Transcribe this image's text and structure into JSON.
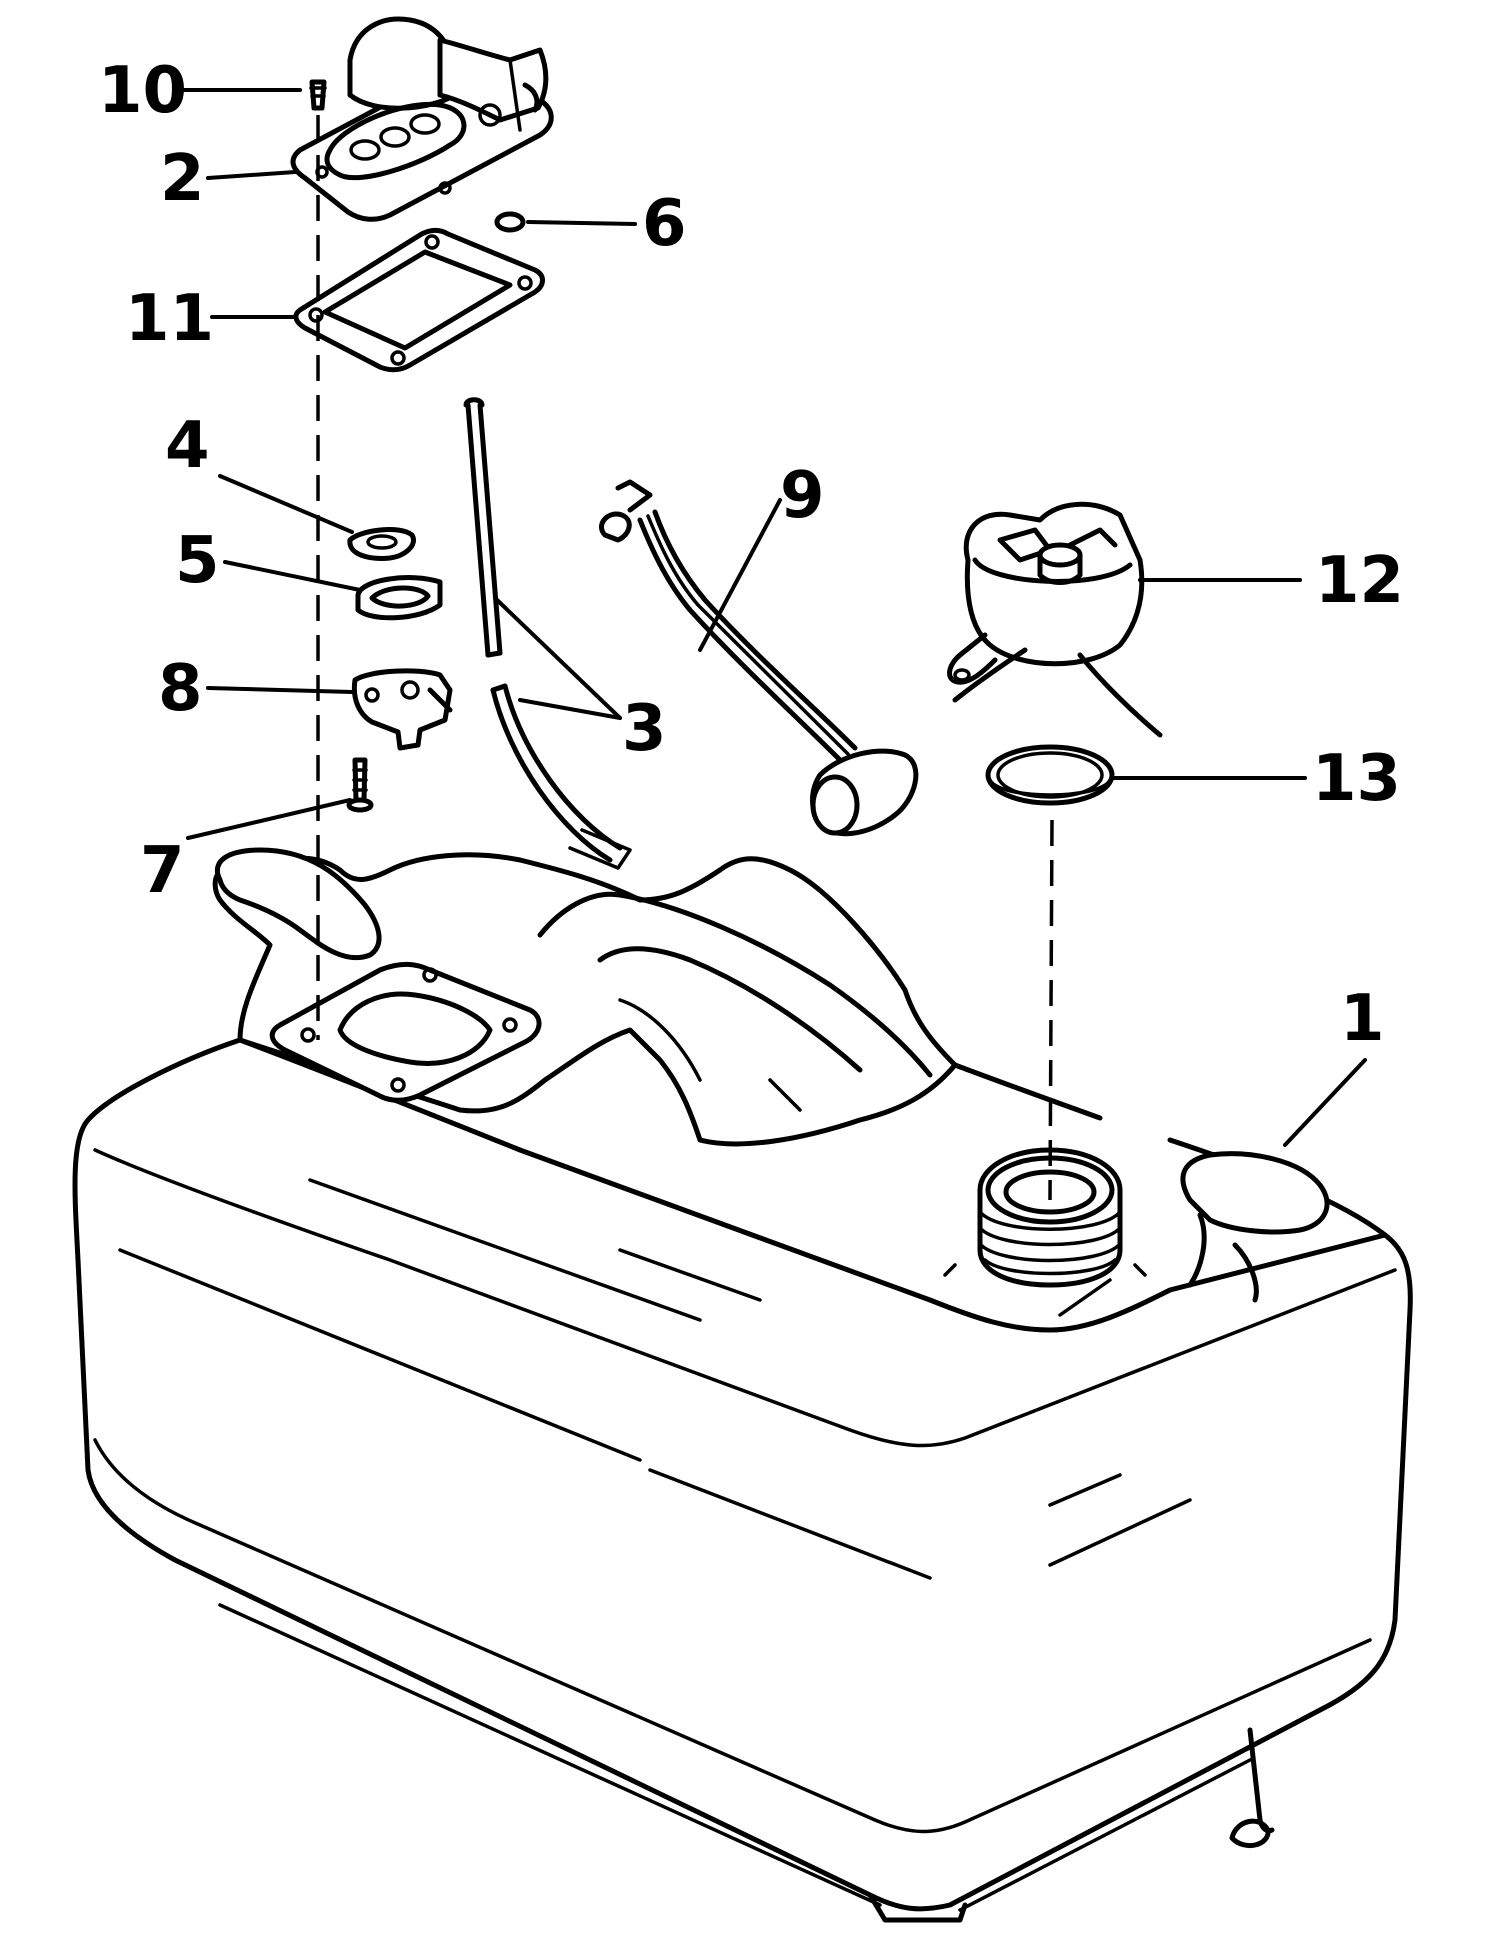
{
  "diagram": {
    "callouts": [
      {
        "id": "callout-10",
        "label": "10"
      },
      {
        "id": "callout-2",
        "label": "2"
      },
      {
        "id": "callout-6",
        "label": "6"
      },
      {
        "id": "callout-11",
        "label": "11"
      },
      {
        "id": "callout-4",
        "label": "4"
      },
      {
        "id": "callout-5",
        "label": "5"
      },
      {
        "id": "callout-8",
        "label": "8"
      },
      {
        "id": "callout-3",
        "label": "3"
      },
      {
        "id": "callout-7",
        "label": "7"
      },
      {
        "id": "callout-9",
        "label": "9"
      },
      {
        "id": "callout-12",
        "label": "12"
      },
      {
        "id": "callout-13",
        "label": "13"
      },
      {
        "id": "callout-1",
        "label": "1"
      }
    ],
    "ink_color": "#000000",
    "background_color": "#ffffff"
  }
}
